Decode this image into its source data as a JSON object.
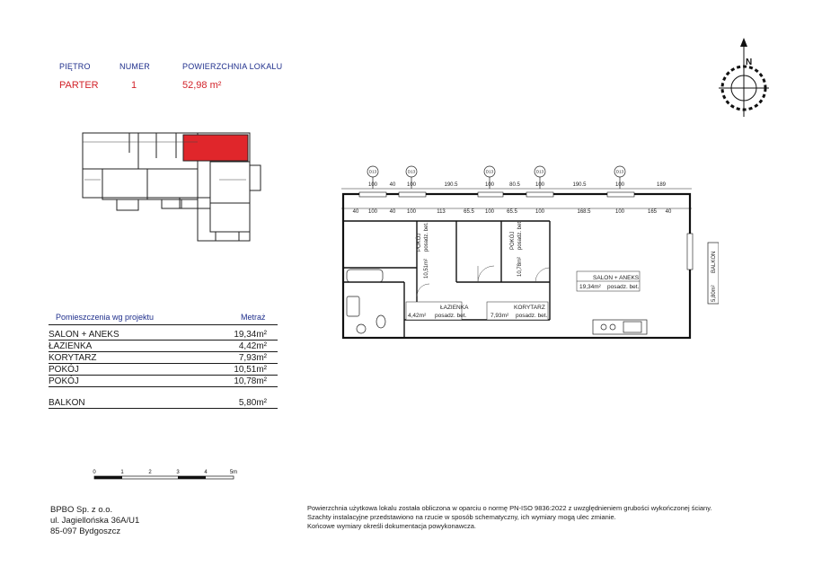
{
  "header": {
    "floor_label": "PIĘTRO",
    "number_label": "NUMER",
    "area_label": "POWIERZCHNIA LOKALU",
    "floor_value": "PARTER",
    "number_value": "1",
    "area_value": "52,98 m²"
  },
  "rooms_table": {
    "title": "Pomieszczenia wg projektu",
    "area_header": "Metraż",
    "rows": [
      {
        "name": "SALON + ANEKS",
        "area": "19,34m²"
      },
      {
        "name": "ŁAZIENKA",
        "area": "4,42m²"
      },
      {
        "name": "KORYTARZ",
        "area": "7,93m²"
      },
      {
        "name": "POKÓJ",
        "area": "10,51m²"
      },
      {
        "name": "POKÓJ",
        "area": "10,78m²"
      }
    ],
    "balcony": {
      "name": "BALKON",
      "area": "5,80m²"
    }
  },
  "scale_bar": {
    "ticks": [
      "0",
      "1",
      "2",
      "3",
      "4",
      "5m"
    ]
  },
  "company": {
    "name": "BPBO Sp. z o.o.",
    "street": "ul. Jagiellońska 36A/U1",
    "city": "85-097 Bydgoszcz"
  },
  "notes": [
    "Powierzchnia użytkowa lokalu została obliczona w oparciu o normę PN-ISO 9836:2022 z uwzględnieniem grubości wykończonej ściany.",
    "Szachty instalacyjne przedstawiono na rzucie w sposób schematyczny, ich wymiary mogą ulec zmianie.",
    "Końcowe wymiary określi dokumentacja powykonawcza."
  ],
  "plan": {
    "salon_label": "SALON + ANEKS",
    "salon_area": "19,34m²",
    "salon_floor": "posadz. bet.",
    "bath_label": "ŁAZIENKA",
    "bath_area": "4,42m²",
    "bath_floor": "posadz. bet.",
    "corr_label": "KORYTARZ",
    "corr_area": "7,93m²",
    "corr_floor": "posadz. bet.",
    "room1_label": "POKÓJ",
    "room1_area": "10,51m²",
    "room1_floor": "posadz. bet.",
    "room2_label": "POKÓJ",
    "room2_area": "10,78m²",
    "room2_floor": "posadz. bet.",
    "balcony_label": "BALKON",
    "balcony_area": "5,80m²",
    "top_dims": [
      "100",
      "40",
      "100",
      "190.5",
      "100",
      "80.5",
      "100",
      "190.5",
      "100",
      "189"
    ],
    "inner_dims": [
      "40",
      "100",
      "40",
      "100",
      "113",
      "65.5",
      "100",
      "65.5",
      "100",
      "168.5",
      "100",
      "165",
      "40"
    ],
    "axis_label": "D13"
  },
  "compass": {
    "north": "N"
  }
}
